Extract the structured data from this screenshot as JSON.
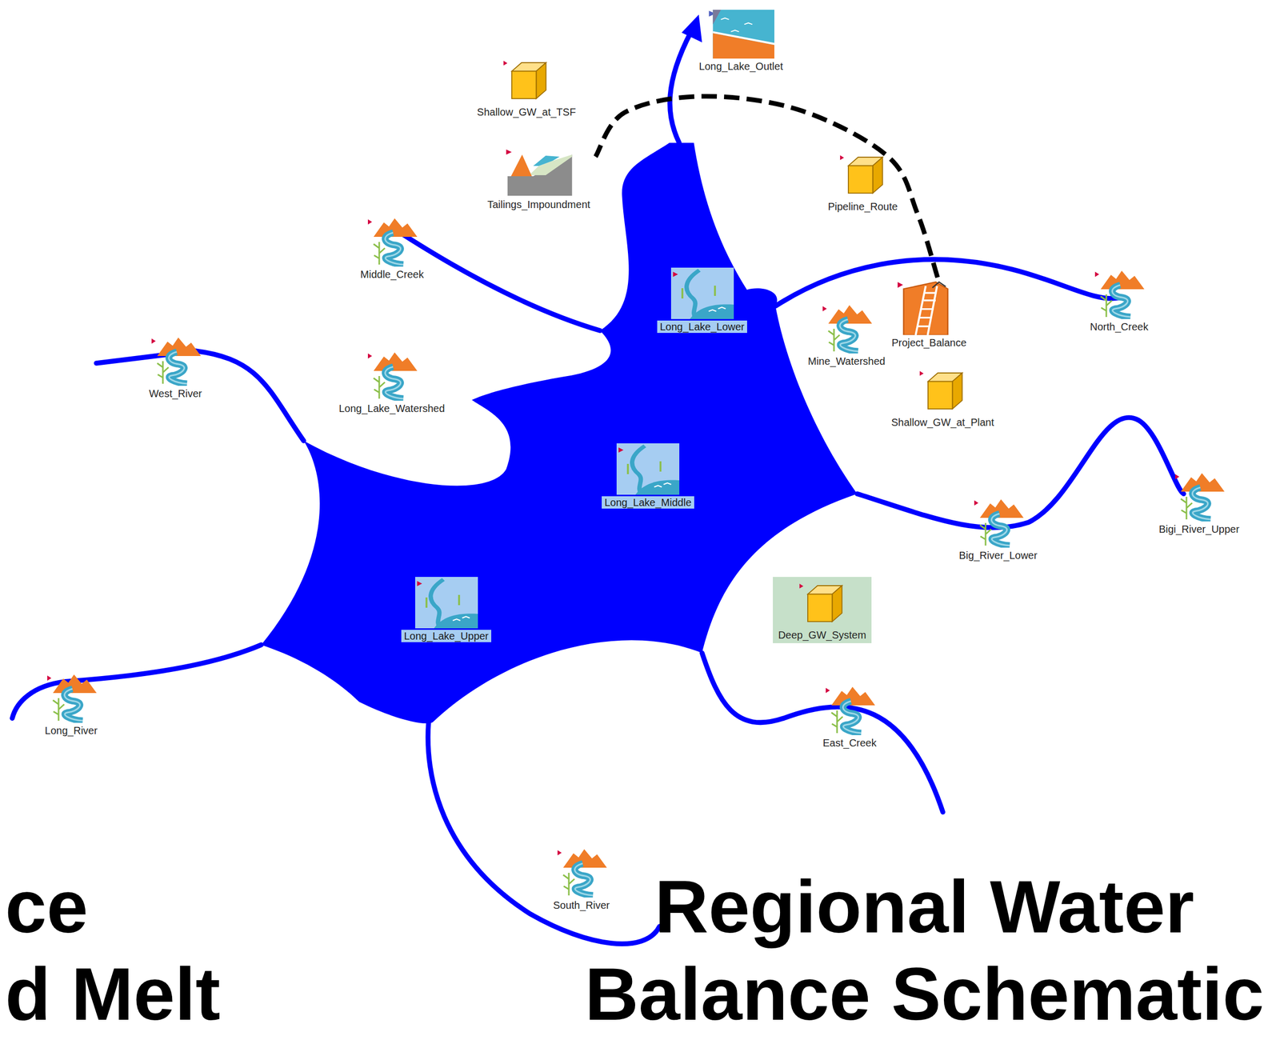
{
  "diagram": {
    "title": "Regional Water Balance Schematic",
    "nodes": [
      {
        "text": [
          "Long_Lake_Outlet"
        ]
      },
      {
        "text": [
          "Shallow_GW_at_TSF"
        ]
      },
      {
        "text": [
          "Tailings_Impoundment"
        ]
      },
      {
        "text": [
          "Pipeline_Route"
        ]
      },
      {
        "text": [
          "Middle_Creek"
        ]
      },
      {
        "text": [
          "Long_Lake_Lower"
        ]
      },
      {
        "text": [
          "Project_Balance"
        ]
      },
      {
        "text": [
          "North_Creek"
        ]
      },
      {
        "text": [
          "Mine_Watershed"
        ]
      },
      {
        "text": [
          "West_River"
        ]
      },
      {
        "text": [
          "Long_Lake_Watershed"
        ]
      },
      {
        "text": [
          "Shallow_GW_at_Plant"
        ]
      },
      {
        "text": [
          "Long_Lake_Middle"
        ]
      },
      {
        "text": [
          "Bigi_River_Upper"
        ]
      },
      {
        "text": [
          "Big_River_Lower"
        ]
      },
      {
        "text": [
          "Long_Lake_Upper"
        ]
      },
      {
        "text": [
          "Deep_GW_System"
        ]
      },
      {
        "text": [
          "Long_River"
        ]
      },
      {
        "text": [
          "East_Creek"
        ]
      },
      {
        "text": [
          "South_River"
        ]
      }
    ],
    "edges": [
      {
        "from": 6,
        "to": 2,
        "arrow": "none"
      }
    ],
    "labels": [
      "ce",
      "d Melt"
    ]
  }
}
